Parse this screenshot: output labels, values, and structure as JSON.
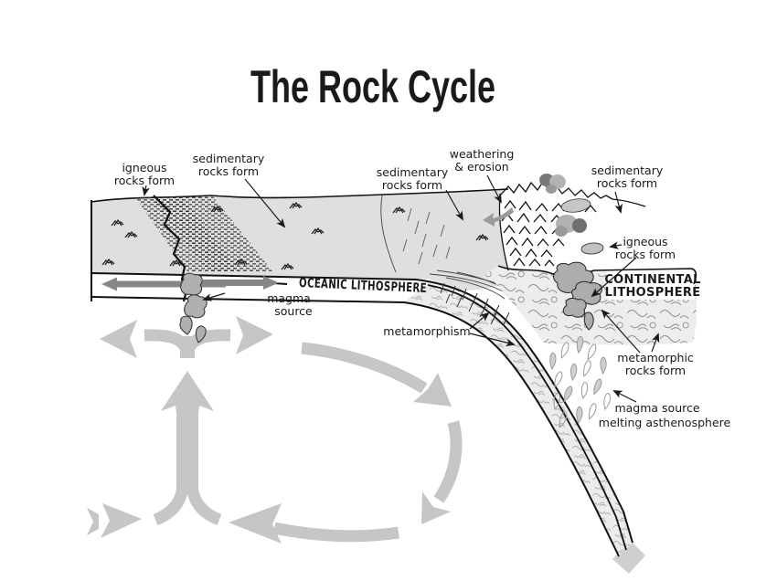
{
  "title": "The Rock Cycle",
  "labels": {
    "igneous_left": {
      "line1": "igneous",
      "line2": "rocks form"
    },
    "sedimentary_left": {
      "line1": "sedimentary",
      "line2": "rocks form"
    },
    "sedimentary_mid": {
      "line1": "sedimentary",
      "line2": "rocks form"
    },
    "weathering": {
      "line1": "weathering",
      "line2": "& erosion"
    },
    "sedimentary_right": {
      "line1": "sedimentary",
      "line2": "rocks form"
    },
    "igneous_right": {
      "line1": "igneous",
      "line2": "rocks form"
    },
    "continental": {
      "line1": "CONTINENTAL",
      "line2": "LITHOSPHERE"
    },
    "oceanic": {
      "text": "OCEANIC LITHOSPHERE"
    },
    "magma_source": {
      "line1": "magma",
      "line2": "source"
    },
    "metamorphism": {
      "text": "metamorphism"
    },
    "metamorphic": {
      "line1": "metamorphic",
      "line2": "rocks form"
    },
    "magma_asthenosphere": {
      "line1": "magma source",
      "line2": "melting asthenosphere"
    }
  },
  "colors": {
    "background": "#ffffff",
    "sediment_gray": "#dfdfdf",
    "convection_arrow_gray": "#c6c6c6",
    "plate_arrow_gray": "#878787",
    "weathering_arrow_gray": "#9a9a9a",
    "smoke_light": "#b2b2b2",
    "smoke_dark": "#787878",
    "magma_gray": "#b0b0b0",
    "swirl_background": "#ededed",
    "line_black": "#111111"
  }
}
